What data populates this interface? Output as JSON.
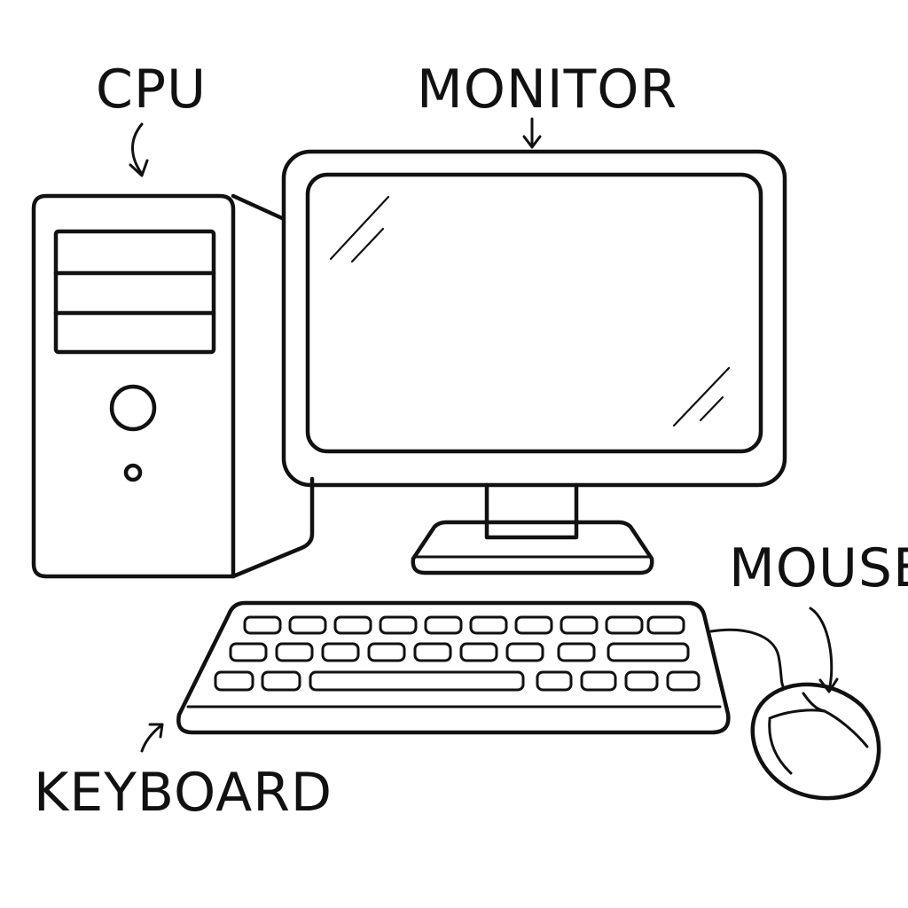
{
  "labels": {
    "cpu": "CPU",
    "monitor": "MONITOR",
    "mouse": "MOUSE",
    "keyboard": "KEYBOARD"
  },
  "colors": {
    "ink": "#111111",
    "background": "#ffffff"
  },
  "icons": {
    "cpu": "computer-tower-icon",
    "monitor": "monitor-icon",
    "keyboard": "keyboard-icon",
    "mouse": "mouse-icon"
  }
}
